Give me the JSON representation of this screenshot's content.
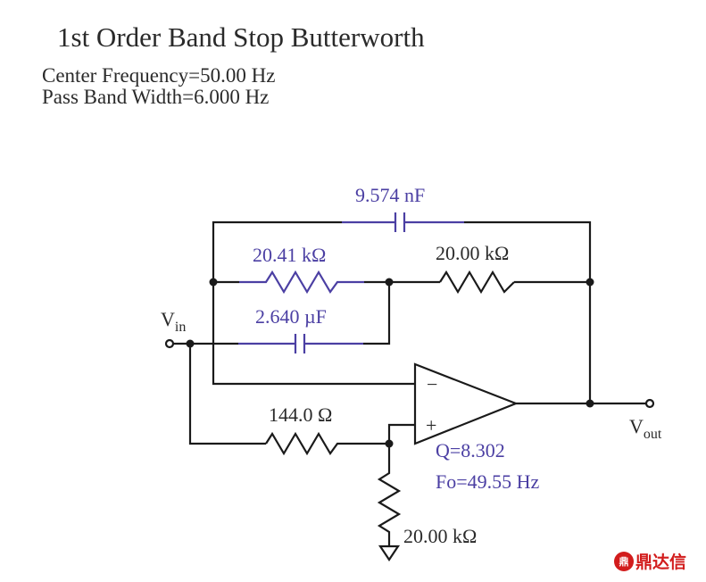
{
  "header": {
    "title": "1st Order Band Stop Butterworth",
    "center_frequency": "Center Frequency=50.00 Hz",
    "pass_band_width": "Pass Band Width=6.000 Hz"
  },
  "schematic": {
    "components": {
      "c_top": "9.574 nF",
      "r_feedback_left": "20.41 kΩ",
      "r_feedback_right": "20.00 kΩ",
      "c_input": "2.640 µF",
      "r_input": "144.0 Ω",
      "r_ground": "20.00 kΩ"
    },
    "terminals": {
      "vin_main": "V",
      "vin_sub": "in",
      "vout_main": "V",
      "vout_sub": "out"
    },
    "opamp": {
      "minus_sign": "−",
      "plus_sign": "+"
    },
    "results": {
      "q": "Q=8.302",
      "fo": "Fo=49.55 Hz"
    },
    "colors": {
      "wire": "#1a1a1a",
      "computed": "#4b3fa3",
      "text": "#2a2a2a"
    }
  },
  "watermark": {
    "mark": "鼎",
    "text": "鼎达信",
    "color": "#d21c1c"
  }
}
